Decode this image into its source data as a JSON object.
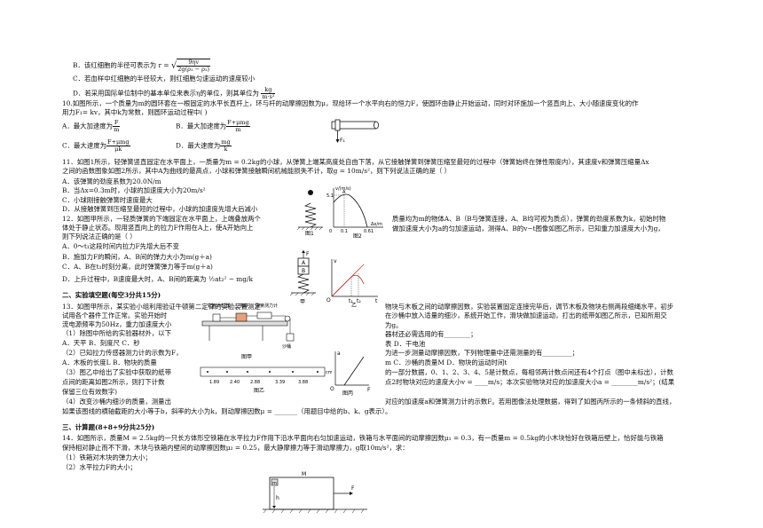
{
  "lines": {
    "b_formula_left": "B．该红细胞的半径可表示为",
    "b_formula_r": "r =",
    "b_formula_num": "9ηv",
    "b_formula_den": "2g(ρ₁ − ρ₂)",
    "c": "C．若血样中红细胞的半径较大，则红细胞匀速运动的速度较小",
    "d": "D．若采用国际单位制中的基本单位来表示η的单位，则其单位为",
    "d_unit_num": "kg",
    "d_unit_den": "m·s²",
    "q10_1": "10.如图所示，一个质量为m的圆环套在一根固定的水平长直杆上，环与杆的动摩擦因数为μ，现给环一个水平向右的恒力F，使圆环由静止开始运动，同时对环施加一个竖直向上、大小随速度变化的作",
    "q10_2": "用力F₁= kv，其中k为常数，则圆环运动过程中(        )",
    "q10_A": "A．最大加速度为",
    "q10_A_num": "F",
    "q10_A_den": "m",
    "q10_B": "B．最大加速度为",
    "q10_B_num": "F+μmg",
    "q10_B_den": "m",
    "q10_C": "C．最大速度为",
    "q10_C_num": "F+μmg",
    "q10_C_den": "μk",
    "q10_D": "D．最大速度为",
    "q10_D_num": "mg",
    "q10_D_den": "k",
    "q11_1": "11．如图1所示，轻弹簧竖直固定在水平面上，一质量为m = 0.2kg的小球，从弹簧上端某高度处自由下落，从它接触弹簧到弹簧压缩至最短的过程中（弹簧始终在弹性限度内），其速度v和弹簧压缩量Δx",
    "q11_2": "之间的函数图象如图2所示，其中A为曲线的最高点，小球和弹簧接触瞬间机械能损失不计，取g = 10m/s²，则下列说法正确的是（        ）",
    "q11_A": "A．该弹簧的劲度系数为20.0N/m",
    "q11_B": "B．当Δx=0.3m时，小球的加速度大小为20m/s²",
    "q11_C": "C．小球刚接触弹簧时速度最大",
    "q11_D": "D．从接触弹簧到压缩至最短的过程中，小球的加速度先增大后减小",
    "q12_1": "12．如图甲所示，一轻质弹簧的下端固定在水平面上，上端叠放两个",
    "q12_1r": "质量均为m的物体A、B（B与弹簧连接，A、B均可视为质点），弹簧的劲度系数为k，初始时物",
    "q12_2": "体处于静止状态。现用竖直向上的拉力F作用在A上，使A开始向上",
    "q12_2r": "做加速度大小为a的匀加速运动，测得A、B的v−t图像如图乙所示，已知重力加速度大小为g，",
    "q12_3": "则下列说法正确的是（    ）",
    "q12_A": "A．0～t₁这段时间内拉力F先增大后不变",
    "q12_B": "B．施加力F的瞬间，A、B间的弹力大小为m(g＋a)",
    "q12_C": "C．A、B在t₁时刻分离，此时弹簧弹力等于m(g＋a)",
    "q12_D": "D．上升过程中，B速度最大时，A、B间的距离为",
    "q12_D_expr": "½at₂² − mg/k",
    "sec2": "二、实验填空题(每空3分共15分)",
    "q13_1": "13．如图甲所示，某实验小组利用验证牛顿第二定律的实验装置测定",
    "q13_1r": "物块与木板之间的动摩擦因数，实验装置固定连接完毕后，调节木板及物块右侧两段细绳水平，初步",
    "q13_2": "试用各个器件工作正常。实验开始时",
    "q13_2r": "在沙桶中放入适量的细沙，系统开始工作，滑块做加速运动，打出的纸带如图乙所示，已知所用交",
    "q13_3": "流电源频率为50Hz，重力加速度大小",
    "q13_3r": "为g。",
    "q13_4": "（1）除图中所给的实验器材外，以下",
    "q13_4r": "器材还必需选用的有________；",
    "q13_5": "A．天平      B．刻度尺      C．秒",
    "q13_5r": "表        D．干电池",
    "q13_6": "（2）已知拉力传感器测力计的示数为F，",
    "q13_6r": "为进一步测量动摩擦因数，下列物理量中还需测量的有_________；",
    "q13_7": "A．木板的长度L      B．物块的质量",
    "q13_7r": "m      C．沙桶的质量M      D．物块的运动时间t",
    "q13_8": "（3）图乙中给出了实验中获取的纸带",
    "q13_8r": "的一部分数据，0、1、2、3、4、5是计数点，每相邻两计数点间还有4个打点（图中未标出），计数",
    "q13_9": "点间的距离如图2所示，则打下计数",
    "q13_9r": "点2时物块对应的速度大小v = ____m/s；本次实验物块对应的加速度大小a = ________m/s²；(结果",
    "q13_10": "保留三位有效数字)",
    "q13_11": "（4）改变沙桶内细沙的质量，测量出",
    "q13_11r": "对应的加速度a和弹簧测力计的示数F。若用图像法处理数据，得到了如图丙所示的一条倾斜的直线，",
    "q13_12": "如果该图线的横轴截距的大小等于b，斜率的大小为k，则动摩擦因数μ = _______（用题目中给的b、k、g表示）。",
    "sec3": "三、计算题(8+8+9分共25分)",
    "q14_1": "14．如图所示，质量M = 2.5kg的一只长方体形空铁箱在水平拉力F作用下沿水平面向右匀加速运动，铁箱与水平面间的动摩擦因数μ₁ = 0.3，有一质量m = 0.5kg的小木块恰好在铁箱后壁上，恰好能与铁箱",
    "q14_2": "保持相对静止而不下滑，木块与铁箱内壁间的动摩擦因数μ₂ = 0.25，最大静摩擦力等于滑动摩擦力，g取10m/s²，求：",
    "q14_3": "（1）铁箱对木块的弹力大小；",
    "q14_4": "（2）水平拉力F的大小；"
  },
  "figures": {
    "q10_force": "F₁",
    "fig1": "图1",
    "fig2": "图2",
    "fig2_v": "v/(m/s)",
    "fig2_dx": "Δx/m",
    "fig2_51": "5.1",
    "fig2_o": "0",
    "fig2_01": "0.1",
    "fig2_061": "0.61",
    "fig2_A": "A",
    "fig12_F": "F",
    "fig12_A": "A",
    "fig12_B": "B",
    "fig12_jia": "甲",
    "fig12_yi": "乙",
    "fig12_v": "v",
    "fig12_o": "O",
    "fig12_t1": "t₁",
    "fig12_t2": "t₂",
    "fig12_t": "t",
    "fig13_timer": "打点计时器",
    "fig13_block": "物块",
    "fig13_sensor": "弹簧测力计",
    "fig13_bucket": "沙桶",
    "fig13_jia": "图甲",
    "fig13_yi": "图乙",
    "fig13_bing": "图丙",
    "fig13_a": "a",
    "fig13_F": "F",
    "fig13_o": "O",
    "tape_d1": "1.89",
    "tape_d2": "2.40",
    "tape_d3": "2.88",
    "tape_d4": "3.39",
    "tape_d5": "3.88",
    "tape_unit": "cm",
    "fig14_M": "M",
    "fig14_m": "m",
    "fig14_h": "h",
    "fig14_F": "F"
  }
}
